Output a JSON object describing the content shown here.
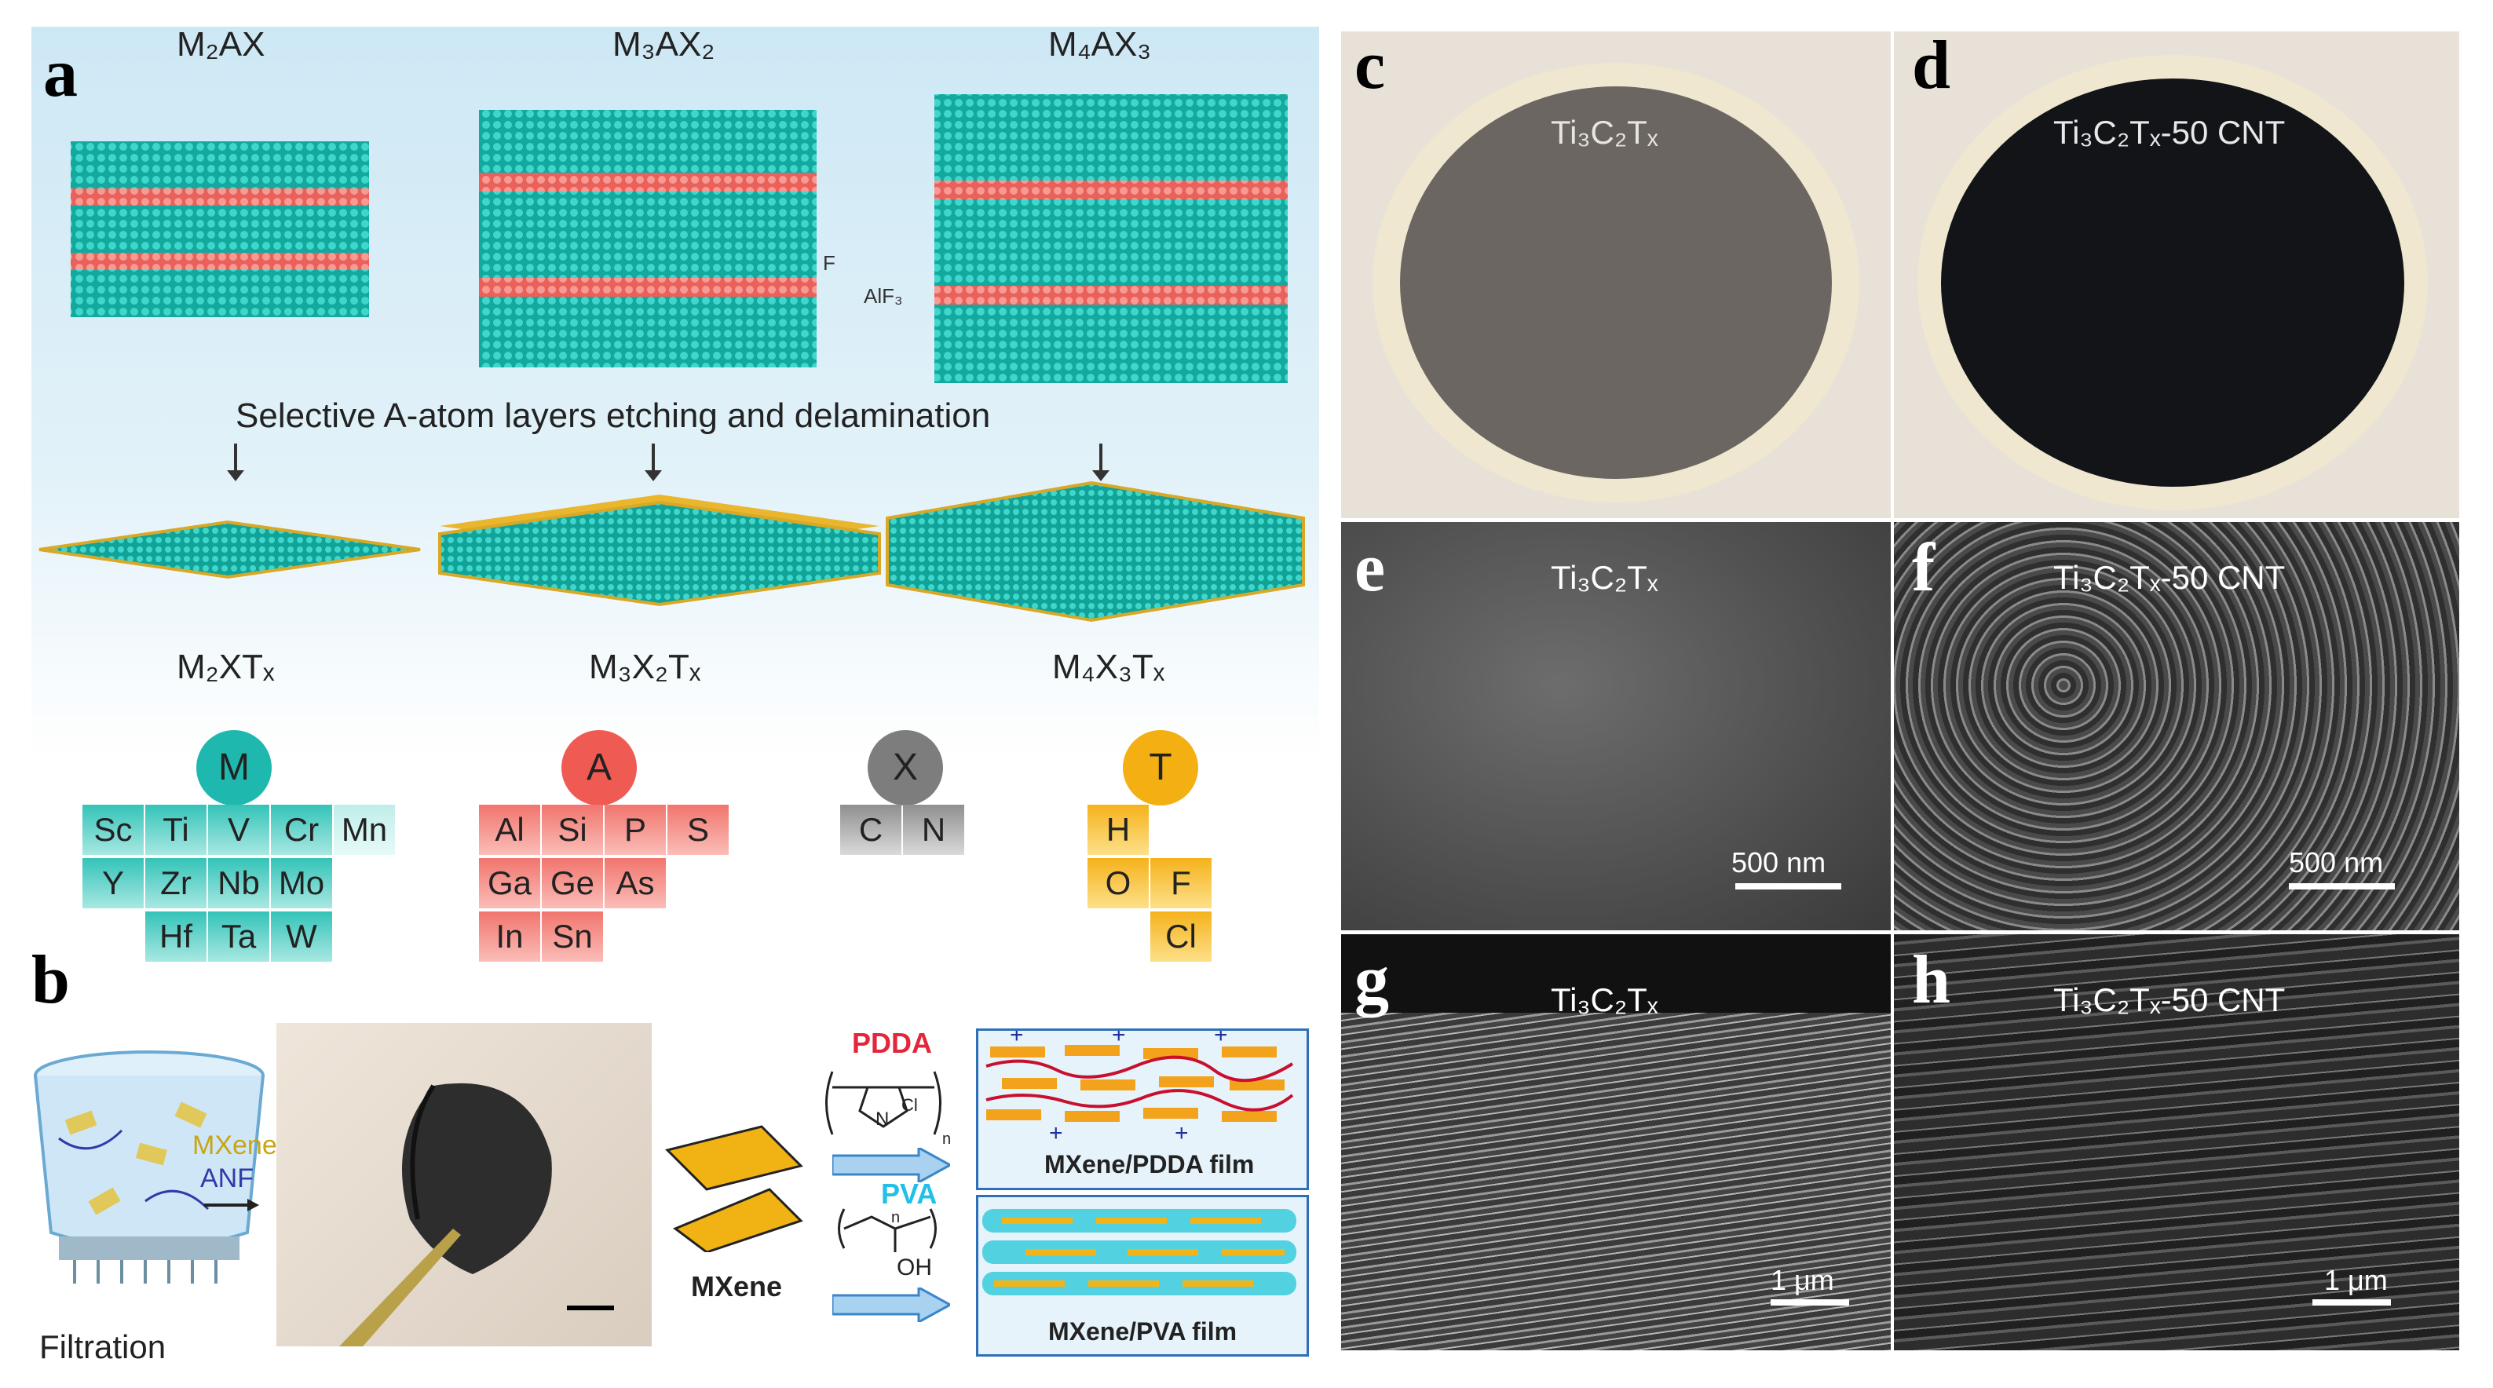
{
  "panel_letters": [
    "a",
    "b",
    "c",
    "d",
    "e",
    "f",
    "g",
    "h"
  ],
  "max_phases": [
    "M₂AX",
    "M₃AX₂",
    "M₄AX₃"
  ],
  "etching_text": "Selective A-atom layers etching and delamination",
  "etchant_labels": {
    "f": "F",
    "alf3": "AlF₃"
  },
  "mxenes": [
    "M₂XTₓ",
    "M₃X₂Tₓ",
    "M₄X₃Tₓ"
  ],
  "element_groups": {
    "M": {
      "title": "M",
      "color": "#1fb8ae",
      "elements": [
        "Sc",
        "Ti",
        "V",
        "Cr",
        "Mn",
        "Y",
        "Zr",
        "Nb",
        "Mo",
        "Hf",
        "Ta",
        "W"
      ]
    },
    "A": {
      "title": "A",
      "color": "#ef5a52",
      "elements": [
        "Al",
        "Si",
        "P",
        "S",
        "Ga",
        "Ge",
        "As",
        "In",
        "Sn"
      ]
    },
    "X": {
      "title": "X",
      "color": "#7d7d7d",
      "elements": [
        "C",
        "N"
      ]
    },
    "T": {
      "title": "T",
      "color": "#f4b012",
      "elements": [
        "H",
        "O",
        "F",
        "Cl"
      ]
    }
  },
  "panel_b": {
    "filtration_label": "Filtration",
    "mxene_label": "MXene",
    "anf_label": "ANF",
    "mxene_flakes_label": "MXene",
    "pdda_label": "PDDA",
    "pva_label": "PVA",
    "cl_label": "Cl",
    "n_label": "N",
    "oh_label": "OH",
    "n_sub": "n",
    "film_pdda": "MXene/PDDA film",
    "film_pva": "MXene/PVA film"
  },
  "micrographs": {
    "c": {
      "label": "Ti₃C₂Tₓ"
    },
    "d": {
      "label": "Ti₃C₂Tₓ-50 CNT"
    },
    "e": {
      "label": "Ti₃C₂Tₓ",
      "scale": "500 nm"
    },
    "f": {
      "label": "Ti₃C₂Tₓ-50 CNT",
      "scale": "500 nm"
    },
    "g": {
      "label": "Ti₃C₂Tₓ",
      "scale": "1 μm"
    },
    "h": {
      "label": "Ti₃C₂Tₓ-50 CNT",
      "scale": "1 μm"
    }
  }
}
